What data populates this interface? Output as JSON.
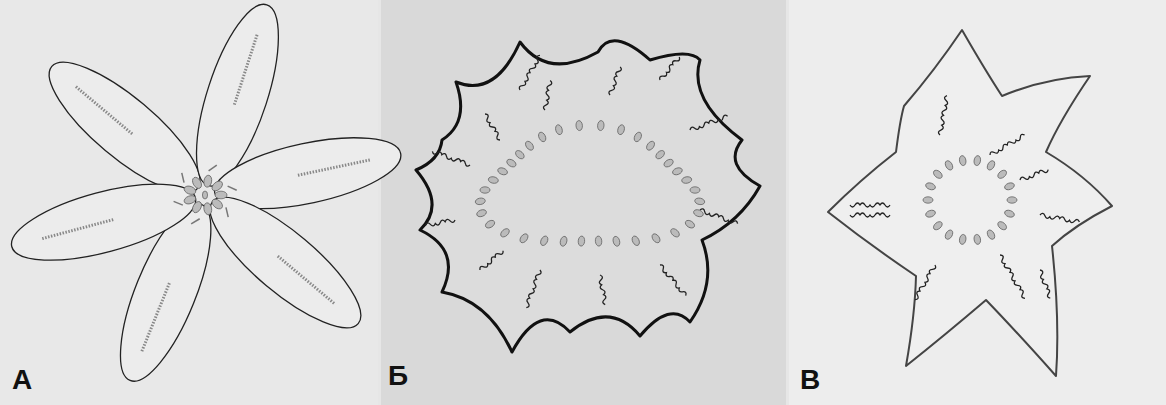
{
  "diagram": {
    "labels": [
      "А",
      "Б",
      "В"
    ]
  }
}
